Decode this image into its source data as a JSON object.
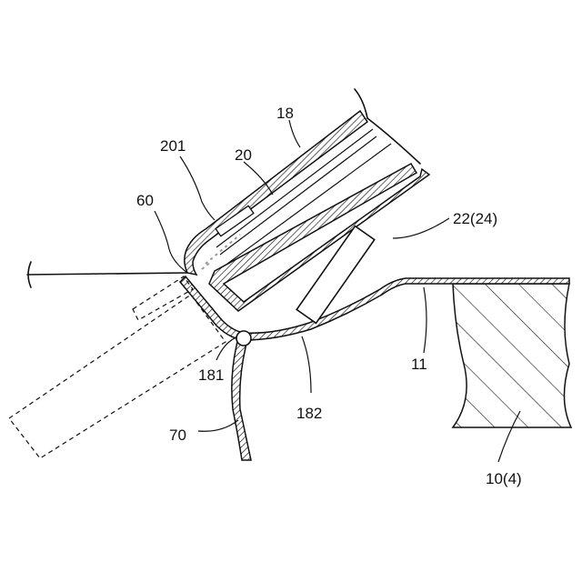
{
  "labels": {
    "l18": "18",
    "l201": "201",
    "l20": "20",
    "l60": "60",
    "l22": "22(24)",
    "l11": "11",
    "l181": "181",
    "l182": "182",
    "l70": "70",
    "l10": "10(4)"
  }
}
